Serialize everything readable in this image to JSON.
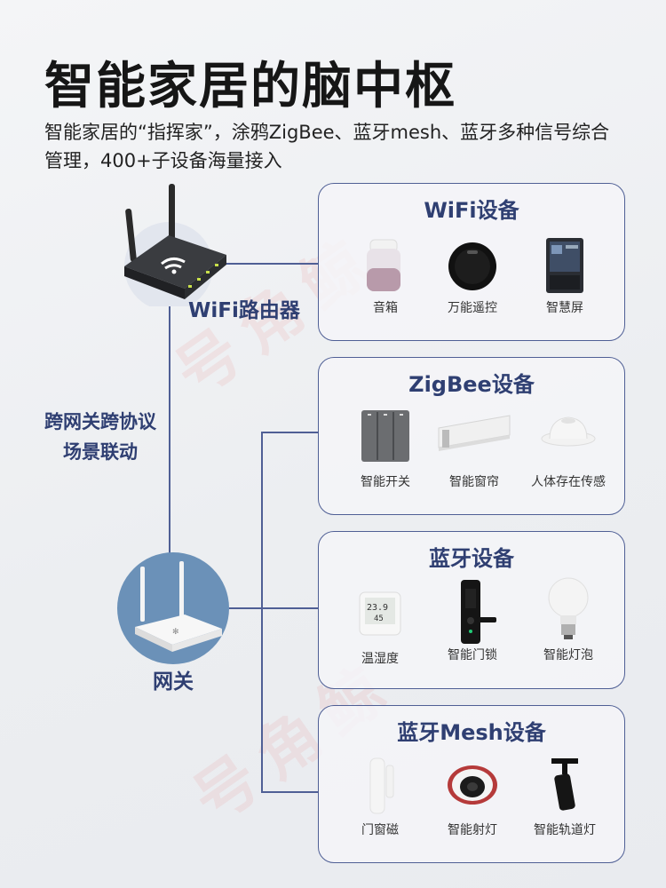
{
  "header": {
    "title": "智能家居的脑中枢",
    "subtitle": "智能家居的“指挥家”，涂鸦ZigBee、蓝牙mesh、蓝牙多种信号综合管理，400+子设备海量接入"
  },
  "hub": {
    "router_label": "WiFi路由器",
    "gateway_label": "网关",
    "link_text_line1": "跨网关跨协议",
    "link_text_line2": "场景联动"
  },
  "panels": [
    {
      "title": "WiFi设备",
      "devices": [
        "音箱",
        "万能遥控",
        "智慧屏"
      ]
    },
    {
      "title": "ZigBee设备",
      "devices": [
        "智能开关",
        "智能窗帘",
        "人体存在传感"
      ]
    },
    {
      "title": "蓝牙设备",
      "devices": [
        "温湿度",
        "智能门锁",
        "智能灯泡"
      ]
    },
    {
      "title": "蓝牙Mesh设备",
      "devices": [
        "门窗磁",
        "智能射灯",
        "智能轨道灯"
      ]
    }
  ],
  "colors": {
    "accent": "#2f3f72",
    "border": "#4f5f95",
    "gateway_bg": "#6b91b8"
  }
}
